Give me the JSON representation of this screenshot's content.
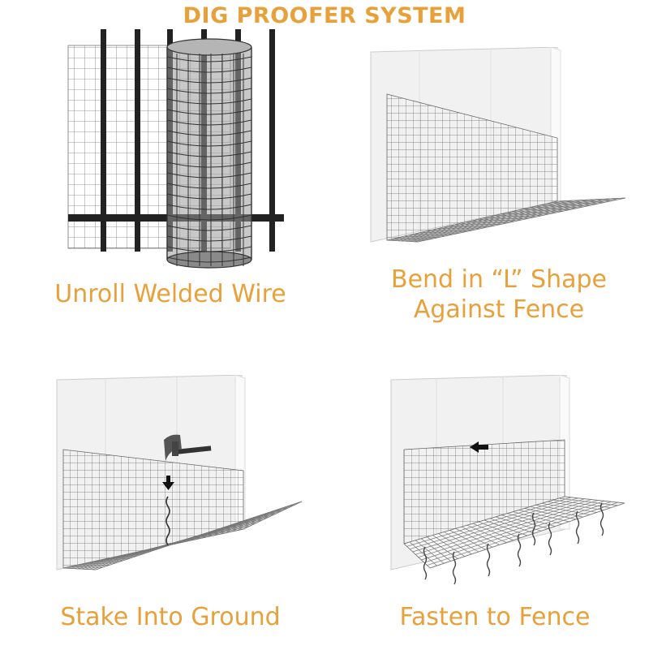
{
  "title": "DIG PROOFER SYSTEM",
  "colors": {
    "accent": "#E8A03A",
    "wire": "#555555",
    "wall": "#EEEEEE",
    "post": "#222222"
  },
  "steps": [
    {
      "caption_lines": [
        "Unroll Welded Wire"
      ]
    },
    {
      "caption_lines": [
        "Bend in “L” Shape",
        "Against Fence"
      ]
    },
    {
      "caption_lines": [
        "Stake Into Ground"
      ]
    },
    {
      "caption_lines": [
        "Fasten to Fence"
      ]
    }
  ],
  "icons": {
    "hammer": "hammer-icon",
    "down_arrow": "down-arrow-icon",
    "left_arrow": "left-arrow-icon"
  }
}
